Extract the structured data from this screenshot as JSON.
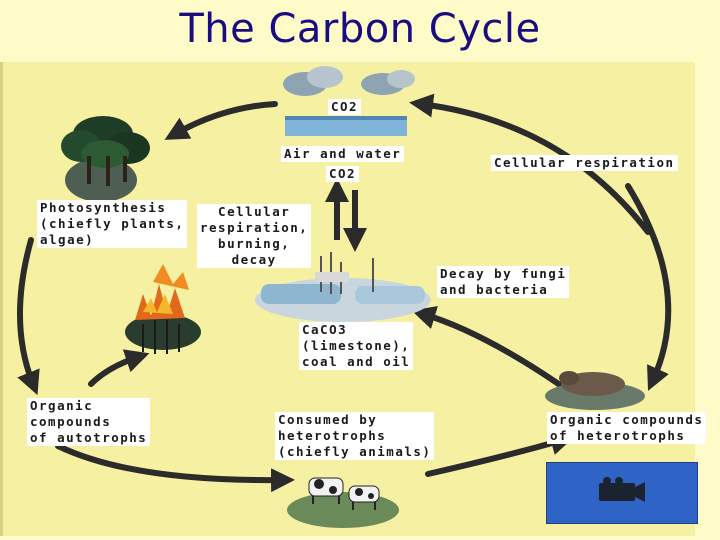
{
  "title": "The Carbon Cycle",
  "labels": {
    "co2_top": "CO2",
    "air_and_water": "Air and water",
    "co2_mid": "CO2",
    "cellular_respiration_right": "Cellular respiration",
    "photosynthesis": "Photosynthesis\n(chiefly plants,\nalgae)",
    "cellular_respiration_center": "Cellular\nrespiration,\nburning,\ndecay",
    "decay": "Decay by fungi\nand bacteria",
    "caco3": "CaCO3\n(limestone),\ncoal and oil",
    "organic_autotrophs": "Organic\ncompounds\nof autotrophs",
    "consumed": "Consumed by\nheterotrophs\n(chiefly animals)",
    "organic_heterotrophs": "Organic compounds\nof heterotrophs"
  },
  "icons": {
    "video": "video-camera-icon"
  },
  "colors": {
    "title": "#1a0d80",
    "arrow": "#2b2b2b",
    "button": "#2f63c6"
  }
}
